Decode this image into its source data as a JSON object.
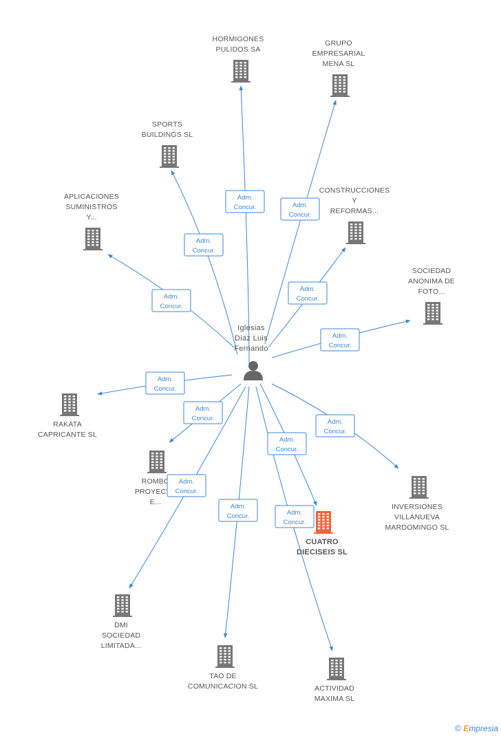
{
  "person": {
    "name_lines": [
      "Iglesias",
      "Diaz Luis",
      "Fernando"
    ]
  },
  "edge_label": [
    "Adm.",
    "Concur."
  ],
  "companies": [
    {
      "id": "hormigones",
      "lines": [
        "HORMIGONES",
        "PULIDOS SA"
      ],
      "focus": false
    },
    {
      "id": "grupo",
      "lines": [
        "GRUPO",
        "EMPRESARIAL",
        "MENA SL"
      ],
      "focus": false
    },
    {
      "id": "sports",
      "lines": [
        "SPORTS",
        "BUILDINGS SL"
      ],
      "focus": false
    },
    {
      "id": "construcciones",
      "lines": [
        "CONSTRUCCIONES",
        "Y",
        "REFORMAS..."
      ],
      "focus": false
    },
    {
      "id": "aplicaciones",
      "lines": [
        "APLICACIONES",
        "SUMINISTROS",
        "Y..."
      ],
      "focus": false
    },
    {
      "id": "sociedad",
      "lines": [
        "SOCIEDAD",
        "ANONIMA DE",
        "FOTO..."
      ],
      "focus": false
    },
    {
      "id": "rakata",
      "lines": [
        "RAKATA",
        "CAPRICANTE SL"
      ],
      "focus": false
    },
    {
      "id": "rombo",
      "lines": [
        "ROMBO",
        "PROYECT...",
        "E..."
      ],
      "focus": false
    },
    {
      "id": "inversiones",
      "lines": [
        "INVERSIONES",
        "VILLANUEVA",
        "MARDOMINGO SL"
      ],
      "focus": false
    },
    {
      "id": "cuatro",
      "lines": [
        "CUATRO",
        "DIECISEIS SL"
      ],
      "focus": true
    },
    {
      "id": "dmi",
      "lines": [
        "DMI",
        "SOCIEDAD",
        "LIMITADA..."
      ],
      "focus": false
    },
    {
      "id": "tao",
      "lines": [
        "TAO DE",
        "COMUNICACION SL"
      ],
      "focus": false
    },
    {
      "id": "actividad",
      "lines": [
        "ACTIVIDAD",
        "MAXIMA SL"
      ],
      "focus": false
    }
  ],
  "colors": {
    "edge": "#3d85d8",
    "node": "#777777",
    "focus_node": "#f0643c",
    "person": "#666666"
  },
  "footer": {
    "copyright": "©",
    "brand_initial": "E",
    "brand_rest": "mpresia"
  }
}
